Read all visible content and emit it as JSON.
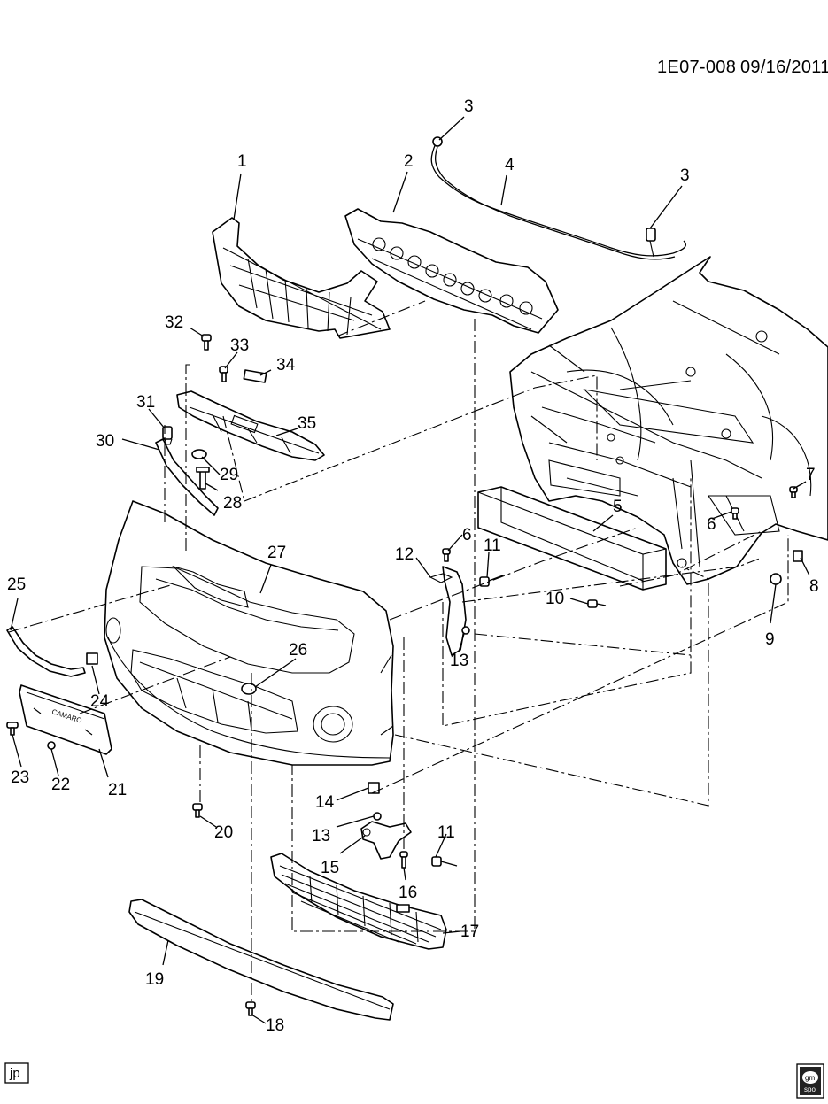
{
  "drawing_code": "1E07-008",
  "drawing_date": "09/16/2011",
  "corner_tag": "jp",
  "publisher_logo": {
    "icon": "gm-spo-logo",
    "line1": "gm",
    "line2": "spo"
  },
  "emblem_text": "CAMARO",
  "callouts": [
    "1",
    "2",
    "3",
    "3",
    "4",
    "5",
    "6",
    "6",
    "7",
    "8",
    "9",
    "10",
    "11",
    "11",
    "12",
    "13",
    "13",
    "14",
    "15",
    "16",
    "17",
    "18",
    "19",
    "20",
    "21",
    "22",
    "23",
    "24",
    "25",
    "26",
    "27",
    "28",
    "29",
    "30",
    "31",
    "32",
    "33",
    "34",
    "35"
  ]
}
